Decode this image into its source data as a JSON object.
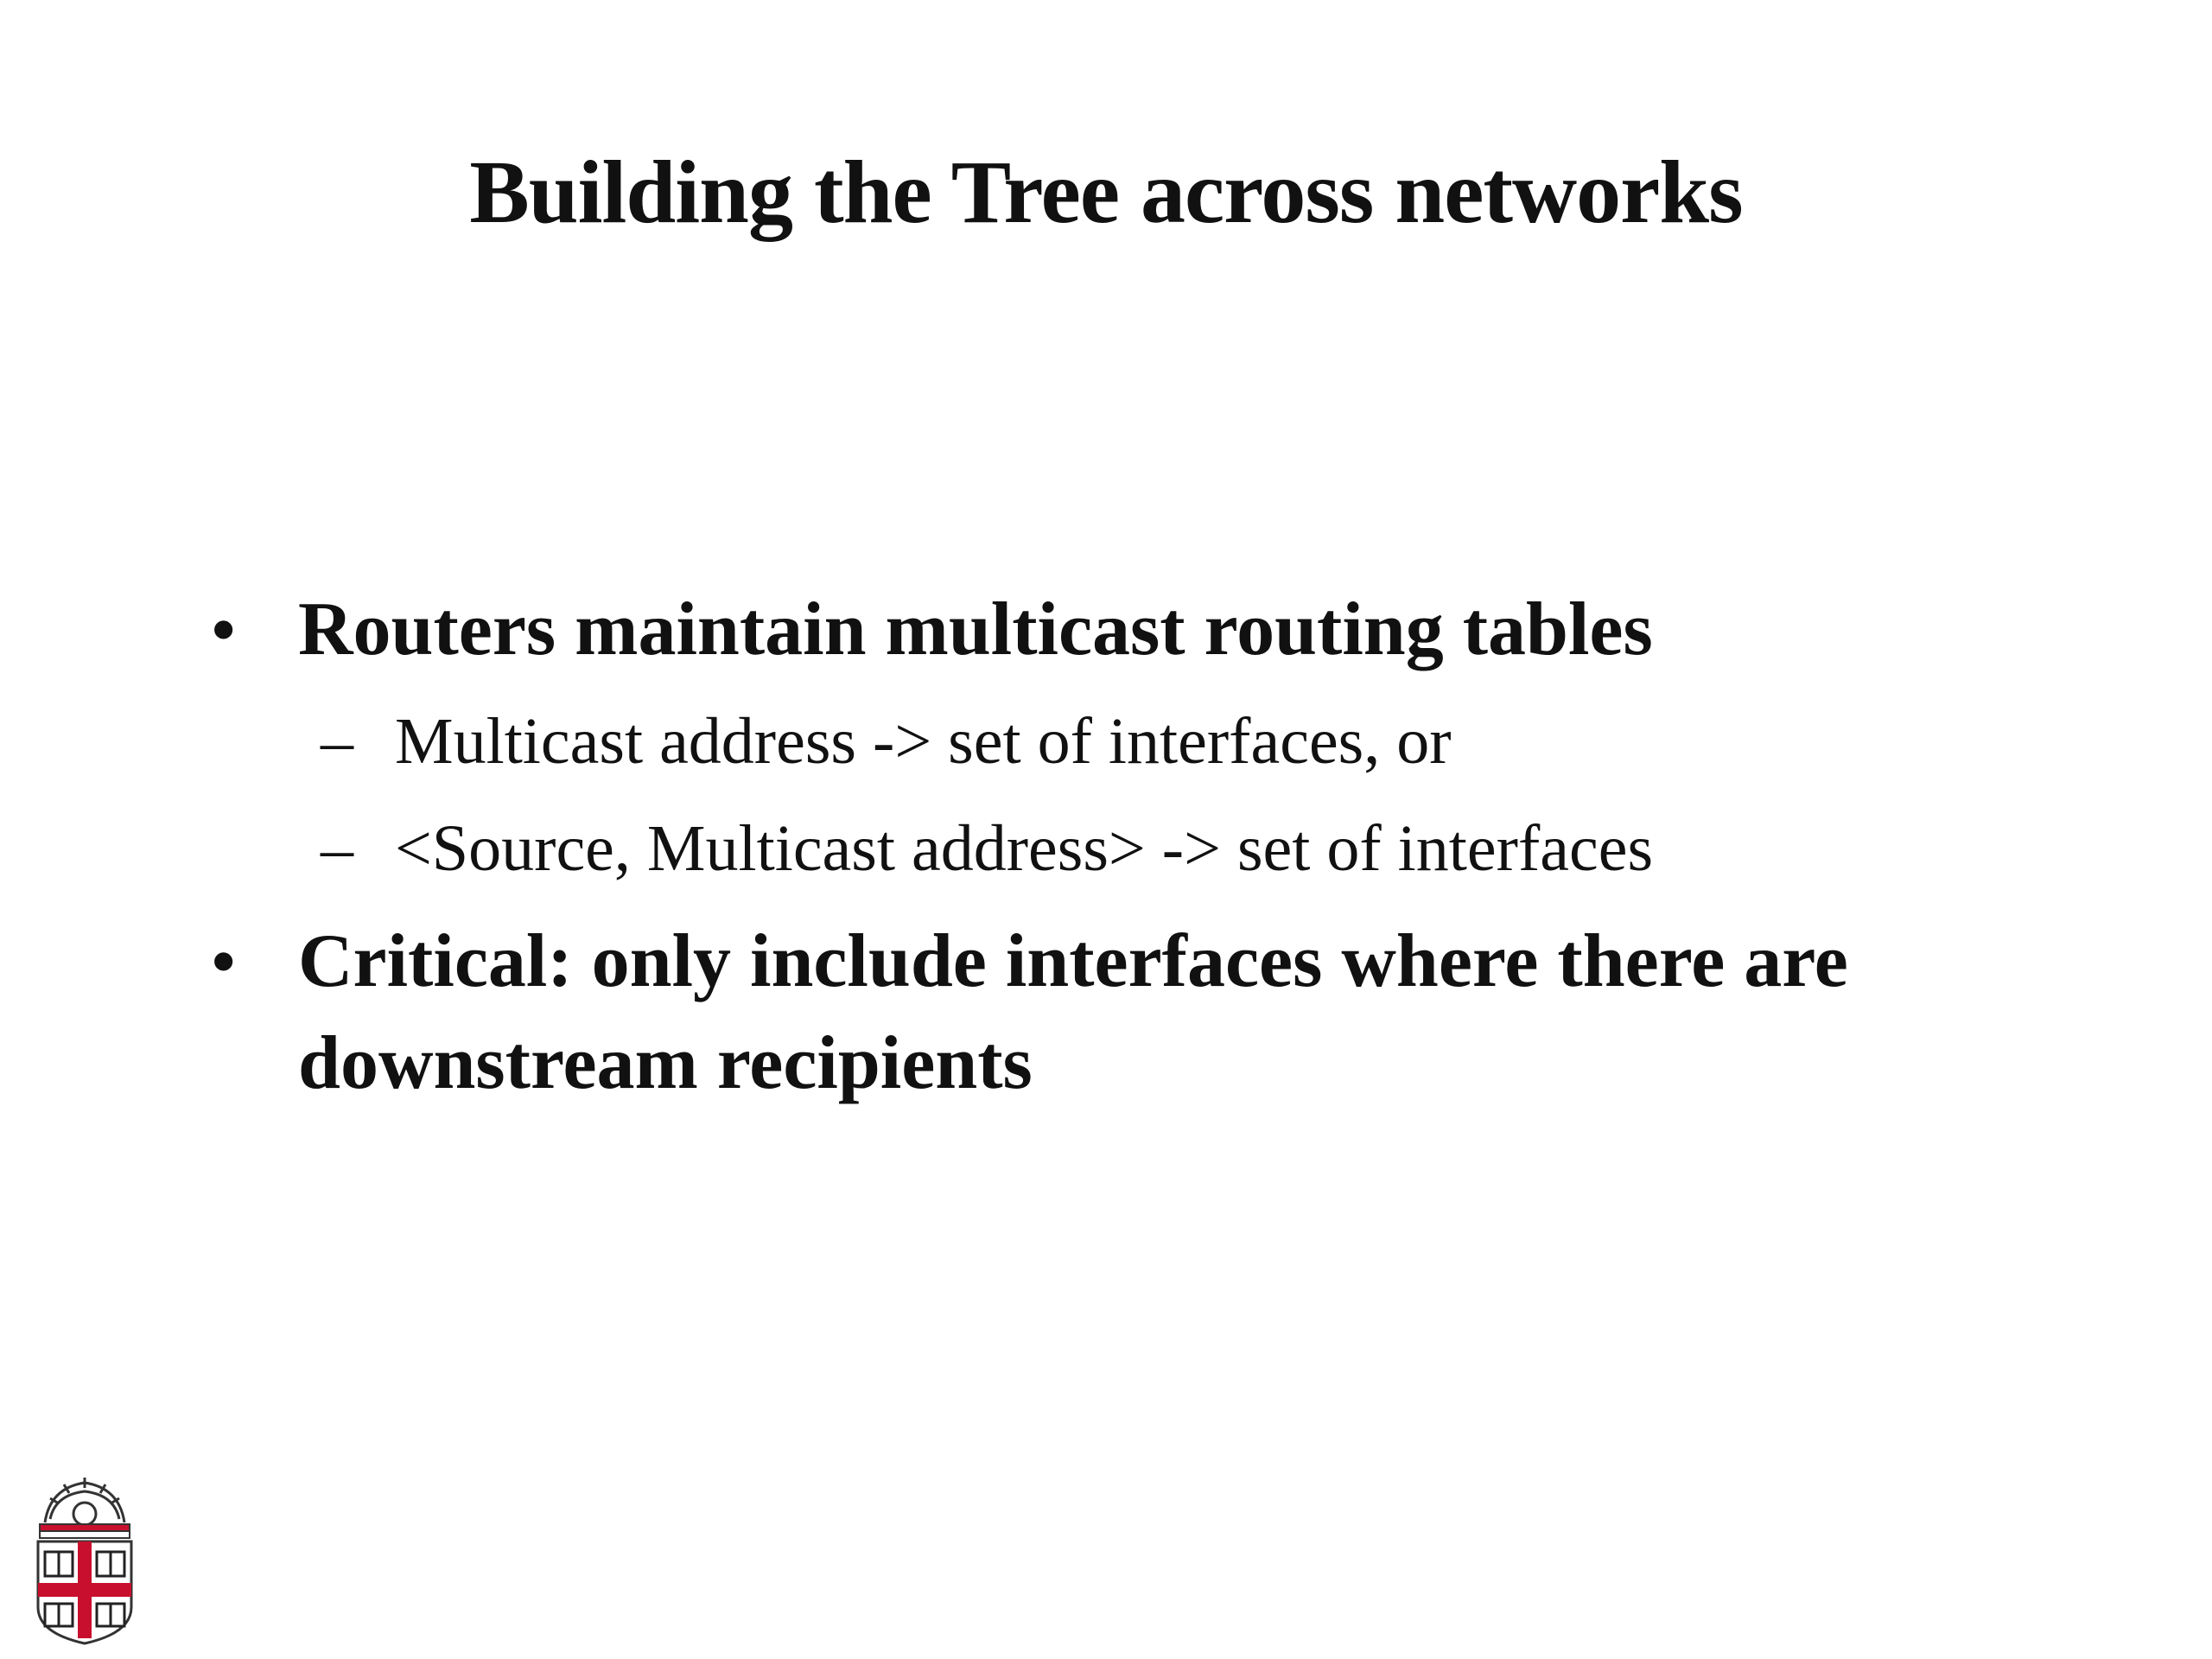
{
  "slide": {
    "title": "Building the Tree across networks",
    "bullets": [
      {
        "marker": "•",
        "text": "Routers maintain multicast routing tables",
        "subitems": [
          {
            "marker": "–",
            "text": "Multicast address -> set of interfaces, or"
          },
          {
            "marker": "–",
            "text": "<Source, Multicast address> -> set of interfaces"
          }
        ]
      },
      {
        "marker": "•",
        "text": "Critical: only include interfaces where there are downstream recipients",
        "subitems": []
      }
    ],
    "logo": {
      "icon": "university-crest-icon",
      "colors": {
        "shield_red": "#c8102e",
        "outline": "#333333"
      }
    }
  }
}
